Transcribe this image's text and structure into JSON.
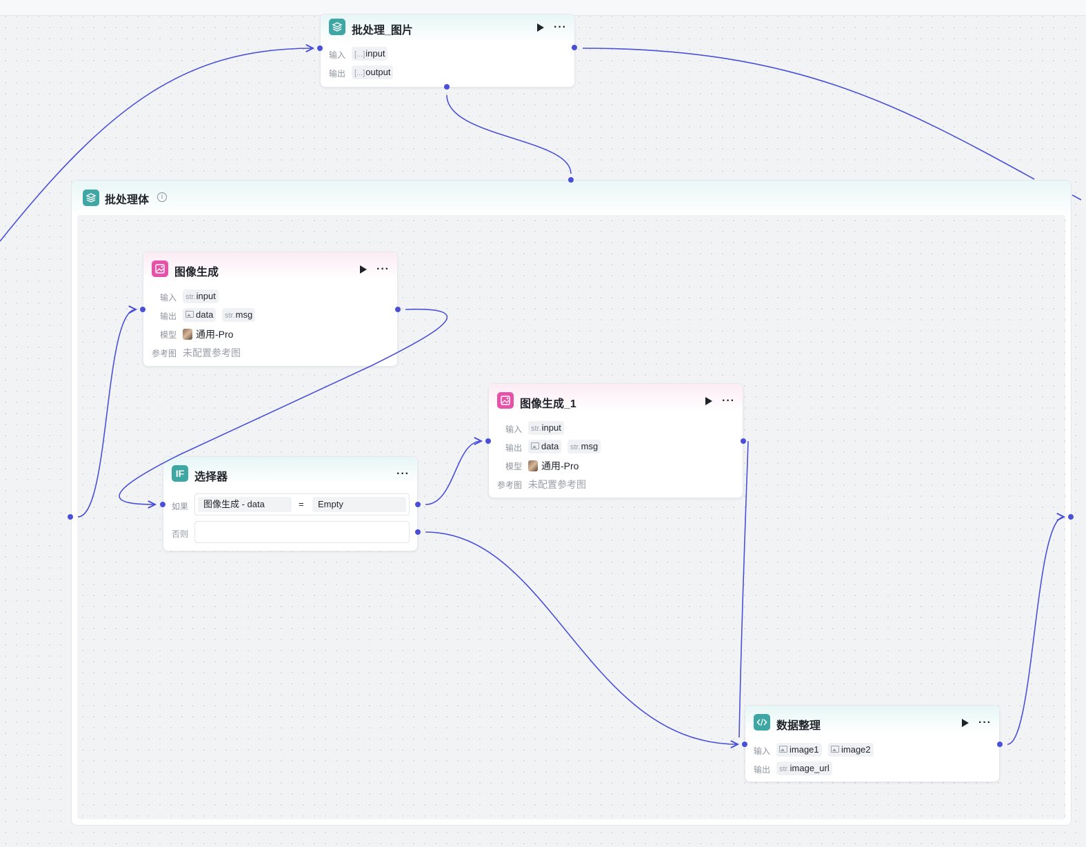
{
  "colors": {
    "edge": "#4a4fd8",
    "teal": "#3fa7a3",
    "pink": "#e552a8"
  },
  "labels": {
    "input": "输入",
    "output": "输出",
    "model": "模型",
    "ref": "参考图"
  },
  "batch_node": {
    "title": "批处理_图片",
    "inputs": [
      {
        "prefix": "[...]",
        "name": "input"
      }
    ],
    "outputs": [
      {
        "prefix": "[...]",
        "name": "output"
      }
    ],
    "icon": "layers-icon"
  },
  "batch_body": {
    "title": "批处理体",
    "info": "i"
  },
  "imggen": {
    "title": "图像生成",
    "inputs": [
      {
        "prefix": "str.",
        "name": "input"
      }
    ],
    "outputs": [
      {
        "type": "image",
        "name": "data"
      },
      {
        "prefix": "str.",
        "name": "msg"
      }
    ],
    "model": "通用-Pro",
    "ref": "未配置参考图",
    "icon": "image-gen-icon"
  },
  "imggen1": {
    "title": "图像生成_1",
    "inputs": [
      {
        "prefix": "str.",
        "name": "input"
      }
    ],
    "outputs": [
      {
        "type": "image",
        "name": "data"
      },
      {
        "prefix": "str.",
        "name": "msg"
      }
    ],
    "model": "通用-Pro",
    "ref": "未配置参考图",
    "icon": "image-gen-icon"
  },
  "selector": {
    "title": "选择器",
    "badge": "IF",
    "if_label": "如果",
    "else_label": "否则",
    "cond_left": "图像生成  -  data",
    "cond_op": "=",
    "cond_right": "Empty"
  },
  "dataproc": {
    "title": "数据整理",
    "inputs": [
      {
        "type": "image",
        "name": "image1"
      },
      {
        "type": "image",
        "name": "image2"
      }
    ],
    "outputs": [
      {
        "prefix": "str.",
        "name": "image_url"
      }
    ],
    "icon": "code-icon"
  },
  "ui": {
    "more": "···"
  }
}
